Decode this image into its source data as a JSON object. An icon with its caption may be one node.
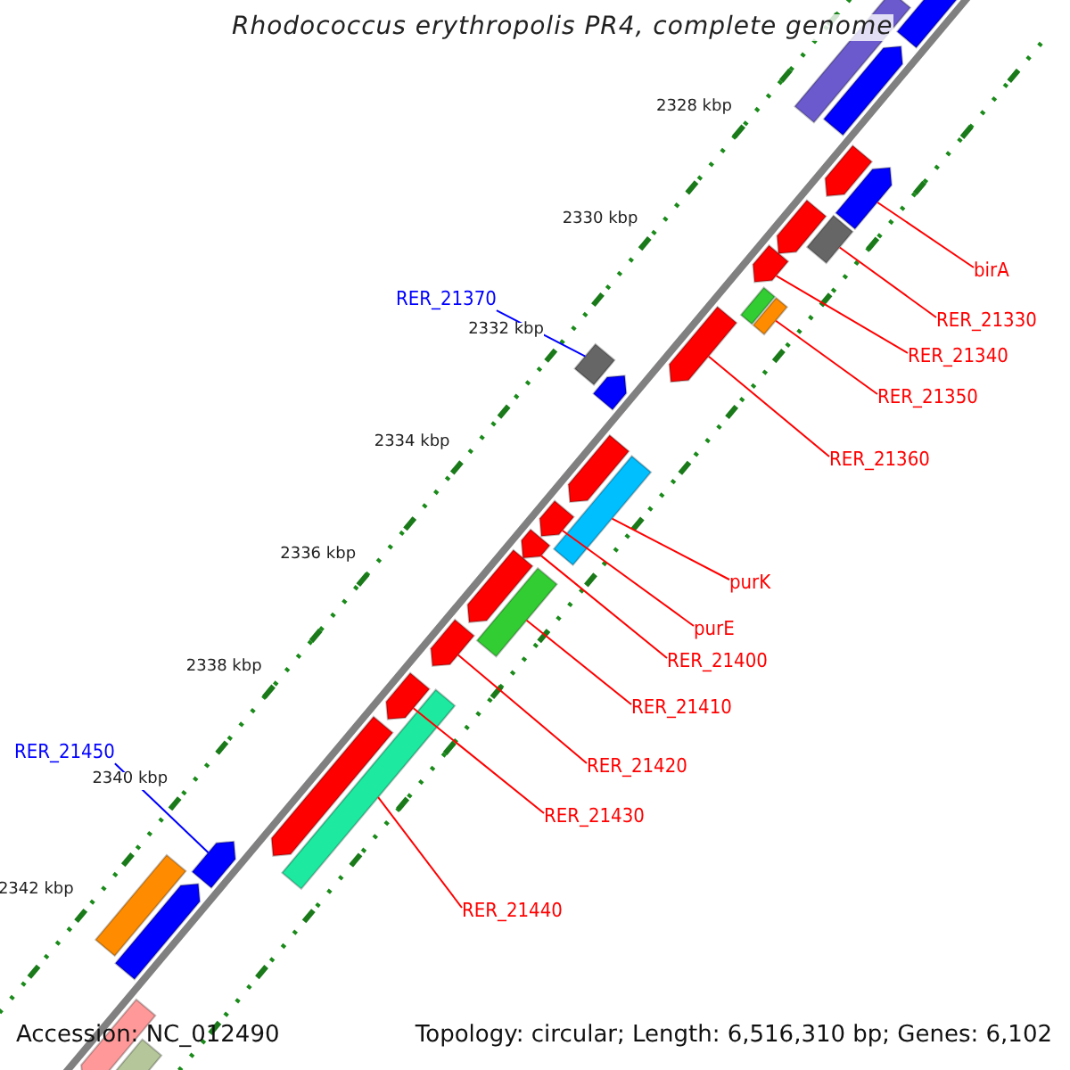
{
  "diagram": {
    "title": "Rhodococcus erythropolis PR4, complete genome",
    "nodes": [
      {
        "text": [
          "RER_21370"
        ]
      },
      {
        "text": [
          "birA"
        ]
      },
      {
        "text": [
          "RER_21330"
        ]
      },
      {
        "text": [
          "RER_21340"
        ]
      },
      {
        "text": [
          "RER_21350"
        ]
      },
      {
        "text": [
          "RER_21360"
        ]
      },
      {
        "text": [
          "purK"
        ]
      },
      {
        "text": [
          "purE"
        ]
      },
      {
        "text": [
          "RER_21400"
        ]
      },
      {
        "text": [
          "RER_21410"
        ]
      },
      {
        "text": [
          "RER_21420"
        ]
      },
      {
        "text": [
          "RER_21430"
        ]
      },
      {
        "text": [
          "RER_21440"
        ]
      },
      {
        "text": [
          "RER_21450"
        ]
      },
      {
        "text": [],
        "shape": "bar"
      },
      {
        "text": [],
        "shape": "arrow"
      },
      {
        "text": [],
        "shape": "bar"
      },
      {
        "text": [],
        "shape": "arrow"
      },
      {
        "text": [],
        "shape": "bar"
      },
      {
        "text": [],
        "shape": "arrow"
      },
      {
        "text": [],
        "shape": "bar"
      },
      {
        "text": [],
        "shape": "arrow"
      },
      {
        "text": [],
        "shape": "arrow"
      },
      {
        "text": [],
        "shape": "bar"
      },
      {
        "text": [],
        "shape": "arrow"
      },
      {
        "text": [],
        "shape": "arrow"
      },
      {
        "text": [],
        "shape": "bar"
      },
      {
        "text": [],
        "shape": "arrow"
      },
      {
        "text": [],
        "shape": "bar"
      },
      {
        "text": [],
        "shape": "arrow"
      },
      {
        "text": [],
        "shape": "arrow"
      },
      {
        "text": [],
        "shape": "arrow"
      },
      {
        "text": [],
        "shape": "arrow"
      },
      {
        "text": [],
        "shape": "bar"
      },
      {
        "text": [],
        "shape": "arrow"
      },
      {
        "text": [],
        "shape": "arrow"
      },
      {
        "text": [],
        "shape": "arrow"
      },
      {
        "text": [],
        "shape": "arrow"
      },
      {
        "text": [],
        "shape": "bar"
      },
      {
        "text": [],
        "shape": "arrow"
      },
      {
        "text": [],
        "shape": "arrow"
      },
      {
        "text": [],
        "shape": "bar"
      }
    ],
    "edges": [
      {
        "from": 0,
        "to": 14,
        "arrow": "none",
        "color": "#0000ff"
      },
      {
        "from": 1,
        "to": 15,
        "arrow": "none"
      },
      {
        "from": 2,
        "to": 16,
        "arrow": "none"
      },
      {
        "from": 3,
        "to": 17,
        "arrow": "none"
      },
      {
        "from": 4,
        "to": 18,
        "arrow": "none"
      },
      {
        "from": 5,
        "to": 19,
        "arrow": "none"
      },
      {
        "from": 6,
        "to": 20,
        "arrow": "none"
      },
      {
        "from": 7,
        "to": 21,
        "arrow": "none"
      },
      {
        "from": 8,
        "to": 22,
        "arrow": "none"
      },
      {
        "from": 9,
        "to": 23,
        "arrow": "none"
      },
      {
        "from": 10,
        "to": 24,
        "arrow": "none"
      },
      {
        "from": 11,
        "to": 25,
        "arrow": "none"
      },
      {
        "from": 12,
        "to": 26,
        "arrow": "none"
      },
      {
        "from": 13,
        "to": 27,
        "arrow": "none",
        "color": "#0000ff"
      }
    ],
    "labels": [
      "2328 kbp",
      "2330 kbp",
      "2332 kbp",
      "2334 kbp",
      "2336 kbp",
      "2338 kbp",
      "2340 kbp",
      "2342 kbp",
      "Accession: NC_012490",
      "Topology: circular; Length: 6,516,310 bp; Genes: 6,102"
    ]
  }
}
